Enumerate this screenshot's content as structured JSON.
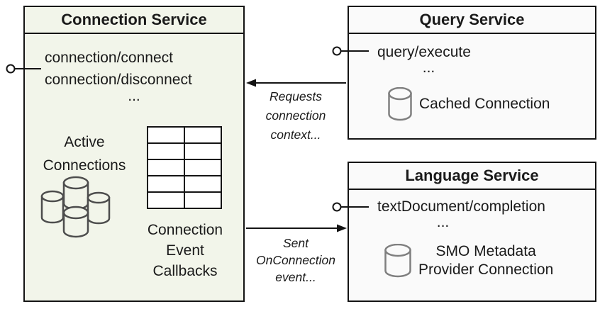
{
  "colors": {
    "canvas_bg": "#ffffff",
    "connection_box_fill": "#f2f5ea",
    "service_box_fill": "#fafafa",
    "border": "#141414",
    "text": "#1a1a1a",
    "cluster_cylinder_stroke": "#4d4d4d",
    "small_cylinder_stroke": "#7f7f7f"
  },
  "connection_service": {
    "title": "Connection Service",
    "methods": [
      "connection/connect",
      "connection/disconnect"
    ],
    "ellipsis": "...",
    "active_connections_lines": [
      "Active",
      "Connections"
    ],
    "callbacks_lines": [
      "Connection",
      "Event",
      "Callbacks"
    ],
    "icons": {
      "cluster": "database-cluster-icon",
      "interface": "lollipop-interface-icon"
    }
  },
  "query_service": {
    "title": "Query Service",
    "methods": [
      "query/execute"
    ],
    "ellipsis": "...",
    "cached_connection_label": "Cached Connection",
    "icons": {
      "cached_db": "database-icon",
      "interface": "lollipop-interface-icon"
    }
  },
  "language_service": {
    "title": "Language Service",
    "methods": [
      "textDocument/completion"
    ],
    "ellipsis": "...",
    "smo_lines": [
      "SMO Metadata",
      "Provider Connection"
    ],
    "icons": {
      "smo_db": "database-icon",
      "interface": "lollipop-interface-icon"
    }
  },
  "arrows": {
    "requests_lines": [
      "Requests",
      "connection",
      "context..."
    ],
    "sent_lines": [
      "Sent",
      "OnConnection",
      "event..."
    ]
  }
}
